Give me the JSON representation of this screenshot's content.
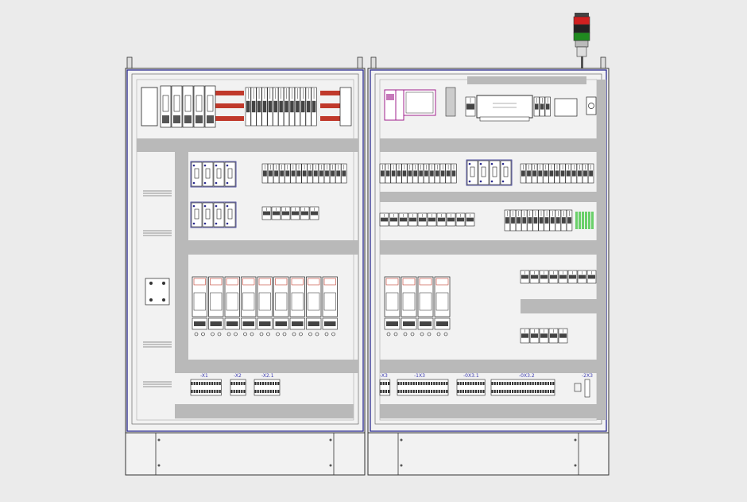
{
  "cabinet": {
    "colors": {
      "background": "#ebebeb",
      "panel": "#f2f2f2",
      "duct": "#b9b9b9",
      "outline": "#333333",
      "frame": "#2b2b8f",
      "busbar": "#c0392b",
      "plc_module": "#a0208c",
      "terminal_green": "#3cc43c",
      "stacklight_red": "#d02020",
      "stacklight_green": "#1f8a1f"
    },
    "terminal_labels": {
      "left": [
        "-X1",
        "-X2",
        "-X2.1"
      ],
      "right": [
        "-X3",
        "-1X3",
        "-0X3.1",
        "-0X3.2",
        "-2X3"
      ]
    },
    "stack_light": {
      "levels": [
        "red",
        "black",
        "green"
      ]
    }
  }
}
